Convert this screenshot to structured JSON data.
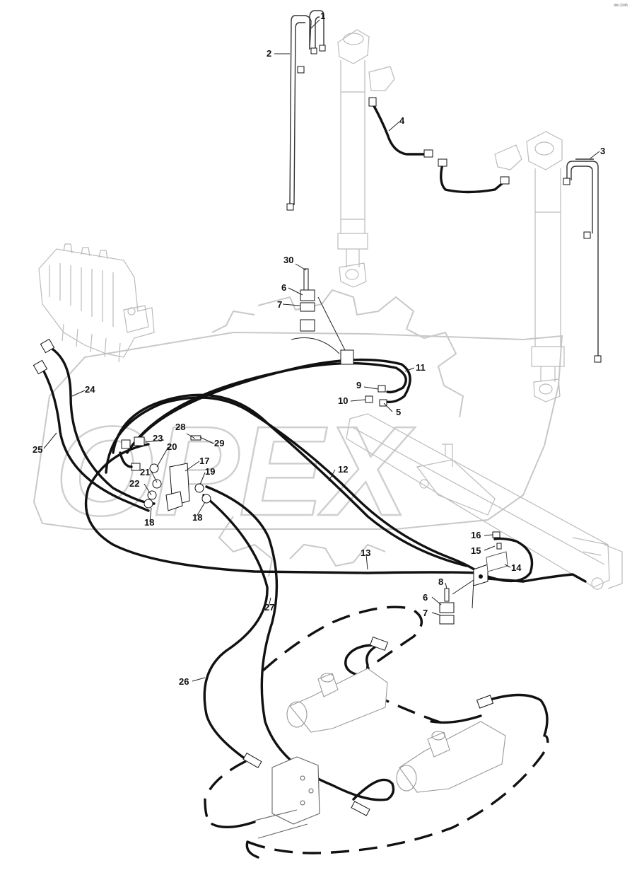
{
  "corner_mark": "ddr-3345",
  "watermark": {
    "text": "OPEX"
  },
  "callouts": [
    {
      "id": "c1",
      "label": "1"
    },
    {
      "id": "c2",
      "label": "2"
    },
    {
      "id": "c3",
      "label": "3"
    },
    {
      "id": "c4",
      "label": "4"
    },
    {
      "id": "c5",
      "label": "5"
    },
    {
      "id": "c6a",
      "label": "6"
    },
    {
      "id": "c6b",
      "label": "6"
    },
    {
      "id": "c7a",
      "label": "7"
    },
    {
      "id": "c7b",
      "label": "7"
    },
    {
      "id": "c8",
      "label": "8"
    },
    {
      "id": "c9",
      "label": "9"
    },
    {
      "id": "c10",
      "label": "10"
    },
    {
      "id": "c11",
      "label": "11"
    },
    {
      "id": "c12",
      "label": "12"
    },
    {
      "id": "c13",
      "label": "13"
    },
    {
      "id": "c14",
      "label": "14"
    },
    {
      "id": "c15",
      "label": "15"
    },
    {
      "id": "c16",
      "label": "16"
    },
    {
      "id": "c17",
      "label": "17"
    },
    {
      "id": "c18a",
      "label": "18"
    },
    {
      "id": "c18b",
      "label": "18"
    },
    {
      "id": "c19",
      "label": "19"
    },
    {
      "id": "c20",
      "label": "20"
    },
    {
      "id": "c21",
      "label": "21"
    },
    {
      "id": "c22",
      "label": "22"
    },
    {
      "id": "c23",
      "label": "23"
    },
    {
      "id": "c24",
      "label": "24"
    },
    {
      "id": "c25",
      "label": "25"
    },
    {
      "id": "c26",
      "label": "26"
    },
    {
      "id": "c27",
      "label": "27"
    },
    {
      "id": "c28",
      "label": "28"
    },
    {
      "id": "c29",
      "label": "29"
    },
    {
      "id": "c30",
      "label": "30"
    }
  ]
}
